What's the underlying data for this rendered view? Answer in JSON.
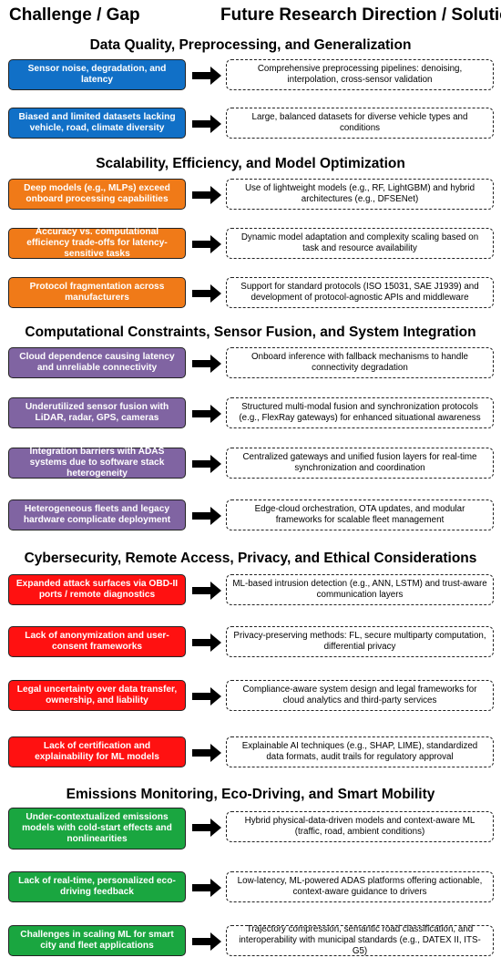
{
  "headers": {
    "left": "Challenge / Gap",
    "right": "Future Research Direction / Solution"
  },
  "sections": [
    {
      "title": "Data Quality, Preprocessing, and Generalization",
      "color": "#1170c7",
      "rows": [
        {
          "challenge": "Sensor noise, degradation, and latency",
          "solution": "Comprehensive preprocessing pipelines: denoising, interpolation, cross-sensor validation"
        },
        {
          "challenge": "Biased and limited datasets lacking vehicle, road, climate diversity",
          "solution": "Large, balanced datasets for diverse vehicle types and conditions"
        }
      ]
    },
    {
      "title": "Scalability, Efficiency, and Model Optimization",
      "color": "#f07a18",
      "rows": [
        {
          "challenge": "Deep models (e.g., MLPs) exceed onboard processing capabilities",
          "solution": "Use of lightweight models (e.g., RF, LightGBM) and hybrid architectures (e.g., DFSENet)"
        },
        {
          "challenge": "Accuracy vs. computational efficiency trade-offs for latency-sensitive tasks",
          "solution": "Dynamic model adaptation and complexity scaling based on task and resource availability"
        },
        {
          "challenge": "Protocol fragmentation across manufacturers",
          "solution": "Support for standard protocols (ISO 15031, SAE J1939) and development of protocol-agnostic APIs and middleware"
        }
      ]
    },
    {
      "title": "Computational Constraints, Sensor Fusion, and System Integration",
      "color": "#8064a2",
      "rows": [
        {
          "challenge": "Cloud dependence causing latency and unreliable connectivity",
          "solution": "Onboard inference with fallback mechanisms to handle connectivity degradation"
        },
        {
          "challenge": "Underutilized sensor fusion with LiDAR, radar, GPS, cameras",
          "solution": "Structured multi-modal fusion and synchronization protocols (e.g., FlexRay gateways) for enhanced situational awareness"
        },
        {
          "challenge": "Integration barriers with ADAS systems due to software stack heterogeneity",
          "solution": "Centralized gateways and unified fusion layers for real-time synchronization and coordination"
        },
        {
          "challenge": "Heterogeneous fleets and legacy hardware complicate deployment",
          "solution": "Edge-cloud orchestration, OTA updates, and modular frameworks for scalable fleet management"
        }
      ]
    },
    {
      "title": "Cybersecurity, Remote Access, Privacy, and Ethical Considerations",
      "color": "#ff1111",
      "rows": [
        {
          "challenge": "Expanded attack surfaces via OBD-II ports / remote diagnostics",
          "solution": "ML-based intrusion detection (e.g., ANN, LSTM) and trust-aware communication layers"
        },
        {
          "challenge": "Lack of anonymization and user-consent frameworks",
          "solution": "Privacy-preserving methods: FL, secure multiparty computation, differential privacy"
        },
        {
          "challenge": "Legal uncertainty over data transfer, ownership, and liability",
          "solution": "Compliance-aware system design and legal frameworks for cloud analytics and third-party services"
        },
        {
          "challenge": "Lack of certification and explainability for ML models",
          "solution": "Explainable AI techniques (e.g., SHAP, LIME), standardized data formats, audit trails for regulatory approval"
        }
      ]
    },
    {
      "title": "Emissions Monitoring, Eco-Driving, and Smart Mobility",
      "color": "#1aa640",
      "rows": [
        {
          "challenge": "Under-contextualized emissions models with cold-start effects and nonlinearities",
          "solution": "Hybrid physical-data-driven models and context-aware ML (traffic, road, ambient conditions)"
        },
        {
          "challenge": "Lack of real-time, personalized eco-driving feedback",
          "solution": "Low-latency, ML-powered ADAS platforms offering actionable, context-aware guidance to drivers"
        },
        {
          "challenge": "Challenges in scaling ML for smart city and fleet applications",
          "solution": "Trajectory compression, semantic road classification, and interoperability with municipal standards (e.g., DATEX II, ITS-G5)"
        }
      ]
    }
  ]
}
